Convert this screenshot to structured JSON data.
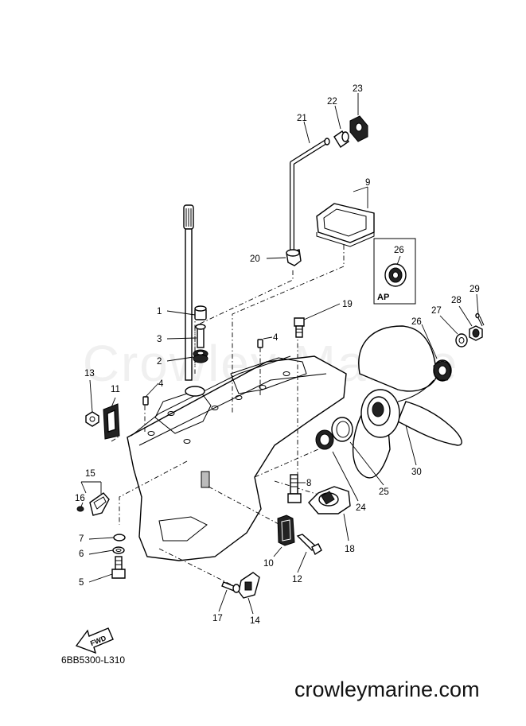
{
  "watermark": "Crowley Marine",
  "diagram_code": "6BB5300-L310",
  "site_url": "crowleymarine.com",
  "fwd_label": "FWD",
  "ap_label": "AP",
  "callouts": {
    "c1": "1",
    "c2": "2",
    "c3": "3",
    "c4a": "4",
    "c4b": "4",
    "c5": "5",
    "c6": "6",
    "c7": "7",
    "c8": "8",
    "c9": "9",
    "c10": "10",
    "c11": "11",
    "c12": "12",
    "c13": "13",
    "c14": "14",
    "c15": "15",
    "c16": "16",
    "c17": "17",
    "c18": "18",
    "c19": "19",
    "c20": "20",
    "c21": "21",
    "c22": "22",
    "c23": "23",
    "c24": "24",
    "c25": "25",
    "c26a": "26",
    "c26b": "26",
    "c27": "27",
    "c28": "28",
    "c29": "29",
    "c30": "30"
  }
}
